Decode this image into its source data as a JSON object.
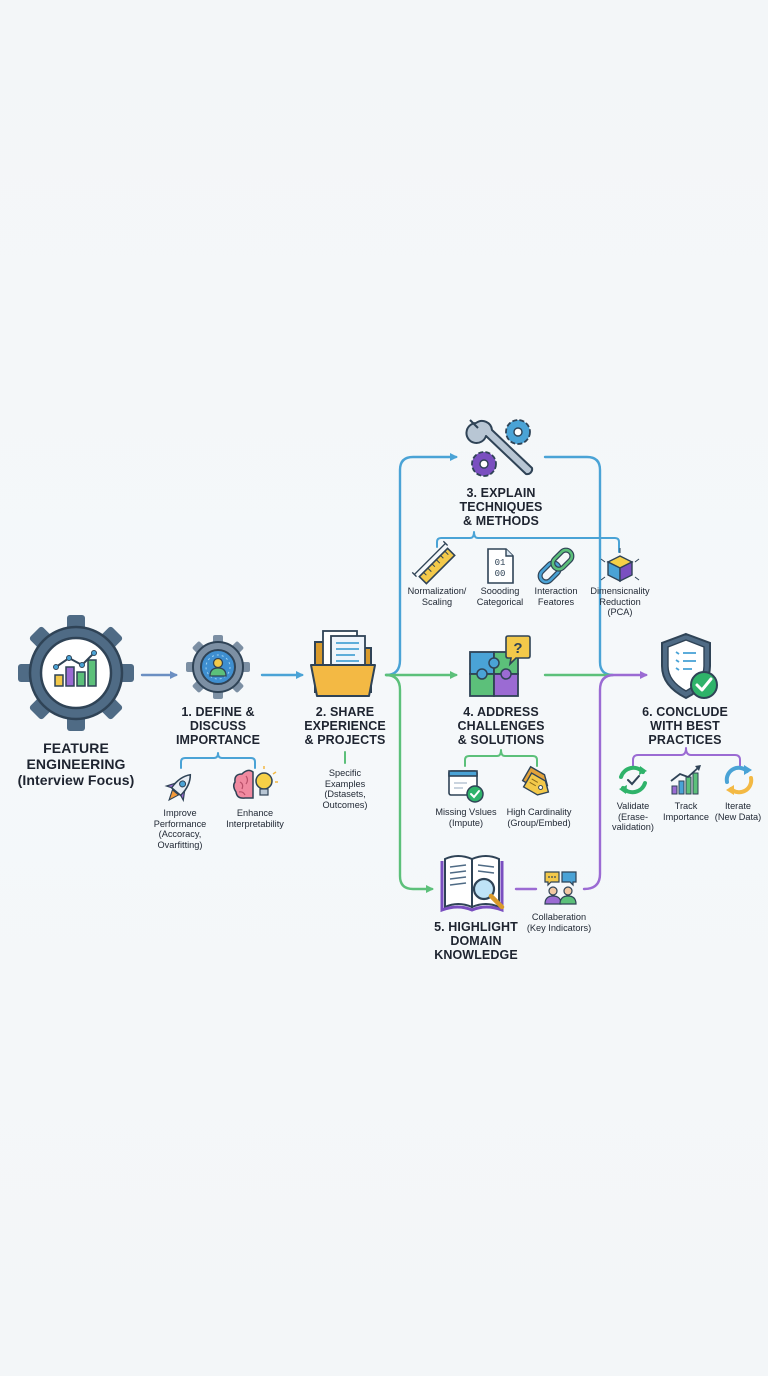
{
  "colors": {
    "blue": "#4aa3d6",
    "green": "#5cc07a",
    "purple": "#9b6bd3",
    "gear": "#4f6b85",
    "folder": "#f3b944"
  },
  "root": {
    "title_lines": [
      "FEATURE",
      "ENGINEERING",
      "(Interview Focus)"
    ],
    "icon": "gear-chart-icon"
  },
  "steps": {
    "define": {
      "title_lines": [
        "1. DEFINE &",
        "DISCUSS",
        "IMPORTANCE"
      ],
      "icon": "gear-user-icon",
      "items": [
        {
          "icon": "rocket-icon",
          "lines": [
            "Improve",
            "Performance",
            "(Accoracy,",
            "Ovarfitting)"
          ]
        },
        {
          "icon": "brain-bulb-icon",
          "lines": [
            "Enhance",
            "Interpretability"
          ]
        }
      ]
    },
    "share": {
      "title_lines": [
        "2. SHARE",
        "EXPERIENCE",
        "& PROJECTS"
      ],
      "icon": "folder-documents-icon",
      "items": [
        {
          "lines": [
            "Specific",
            "Examples",
            "(Dstasets,",
            "Outcomes)"
          ]
        }
      ]
    },
    "explain": {
      "title_lines": [
        "3. EXPLAIN",
        "TECHNIQUES",
        "& METHODS"
      ],
      "icon": "wrench-gears-icon",
      "items": [
        {
          "icon": "ruler-icon",
          "lines": [
            "Normalization/",
            "Scaling"
          ]
        },
        {
          "icon": "binary-file-icon",
          "lines": [
            "Soooding",
            "Categorical"
          ]
        },
        {
          "icon": "chain-link-icon",
          "lines": [
            "Interaction",
            "Featores"
          ]
        },
        {
          "icon": "cube-icon",
          "lines": [
            "Dimensicnality",
            "Reduction",
            "(PCA)"
          ]
        }
      ]
    },
    "address": {
      "title_lines": [
        "4. ADDRESS",
        "CHALLENGES",
        "& SOLUTIONS"
      ],
      "icon": "puzzle-question-icon",
      "items": [
        {
          "icon": "window-check-icon",
          "lines": [
            "Missing Vslues",
            "(Impute)"
          ]
        },
        {
          "icon": "tags-icon",
          "lines": [
            "High Cardinality",
            "(Group/Embed)"
          ]
        }
      ]
    },
    "domain": {
      "title_lines": [
        "5. HIGHLIGHT",
        "DOMAIN",
        "KNOWLEDGE"
      ],
      "icon": "book-magnifier-icon",
      "items": [
        {
          "icon": "people-chat-icon",
          "lines": [
            "Collaberation",
            "(Key Indicators)"
          ]
        }
      ]
    },
    "conclude": {
      "title_lines": [
        "6. CONCLUDE",
        "WITH BEST",
        "PRACTICES"
      ],
      "icon": "shield-check-icon",
      "items": [
        {
          "icon": "cycle-check-icon",
          "lines": [
            "Validate",
            "(Erase-",
            "validation)"
          ]
        },
        {
          "icon": "bar-trend-icon",
          "lines": [
            "Track",
            "Importance"
          ]
        },
        {
          "icon": "refresh-icon",
          "lines": [
            "Iterate",
            "(New Data)"
          ]
        }
      ]
    }
  }
}
